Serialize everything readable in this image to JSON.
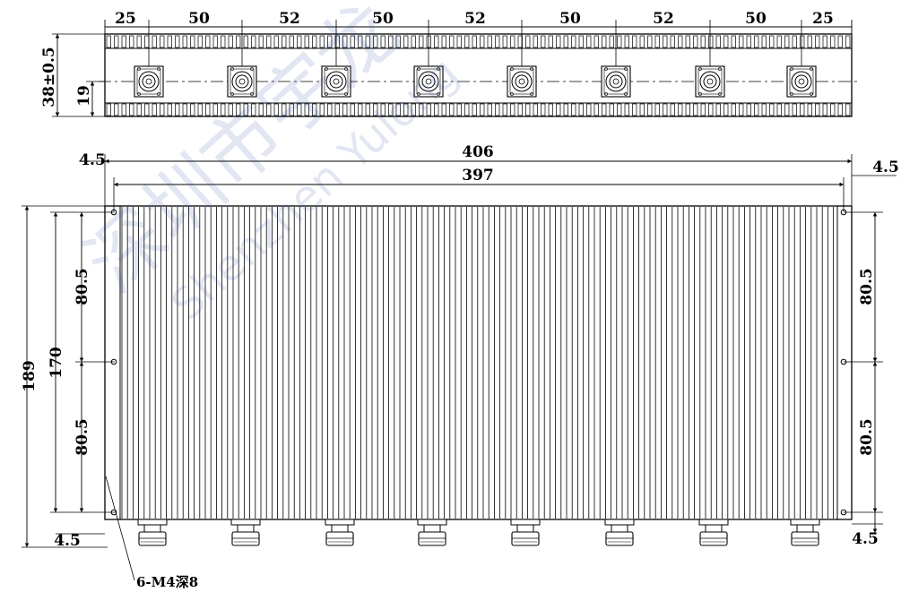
{
  "top_view": {
    "spacing_labels": [
      "25",
      "50",
      "52",
      "50",
      "52",
      "50",
      "52",
      "50",
      "25"
    ],
    "height_label": "38±0.5",
    "center_label": "19"
  },
  "front_view": {
    "width_total": "406",
    "width_inner": "397",
    "height_total": "189",
    "height_holes": "170",
    "left_upper": "80.5",
    "left_lower": "80.5",
    "right_upper": "80.5",
    "right_lower": "80.5",
    "offset_top_left": "4.5",
    "offset_top_right": "4.5",
    "offset_bottom_left": "4.5",
    "offset_bottom_right": "4.5",
    "hole_note": "6-M4深8"
  },
  "watermark": {
    "chinese": "深圳市宇龙",
    "latin": "Shenzhen Yulong"
  }
}
